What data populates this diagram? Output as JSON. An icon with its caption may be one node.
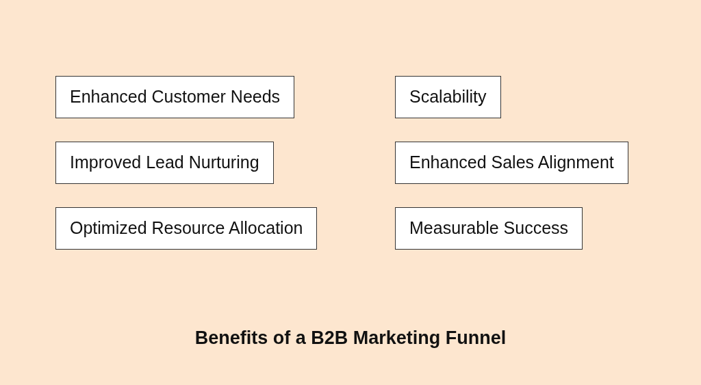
{
  "diagram": {
    "title": "Benefits of a B2B Marketing Funnel",
    "nodes": [
      {
        "text": [
          "Enhanced Customer Needs"
        ]
      },
      {
        "text": [
          "Scalability"
        ]
      },
      {
        "text": [
          "Improved Lead Nurturing"
        ]
      },
      {
        "text": [
          "Enhanced Sales Alignment"
        ]
      },
      {
        "text": [
          "Optimized Resource Allocation"
        ]
      },
      {
        "text": [
          "Measurable Success"
        ]
      }
    ]
  }
}
